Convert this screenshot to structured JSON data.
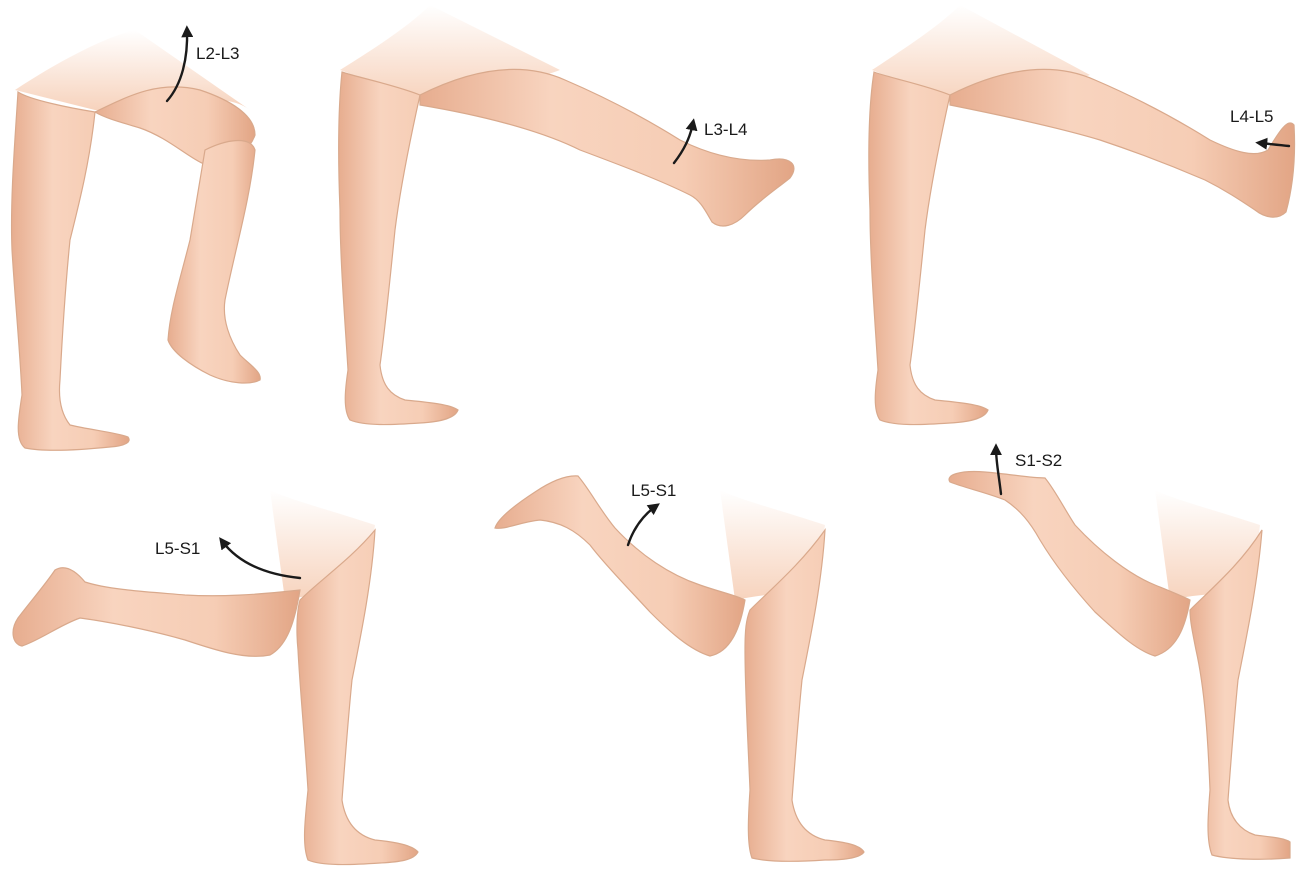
{
  "panels": [
    {
      "label": "L2-L3"
    },
    {
      "label": "L3-L4"
    },
    {
      "label": "L4-L5"
    },
    {
      "label": "L5-S1"
    },
    {
      "label": "L5-S1"
    },
    {
      "label": "S1-S2"
    }
  ],
  "colors": {
    "skin_light": "#fbe0cf",
    "skin_mid": "#f3c2a6",
    "skin_shadow": "#e3a687",
    "arrow": "#1a1a1a"
  }
}
